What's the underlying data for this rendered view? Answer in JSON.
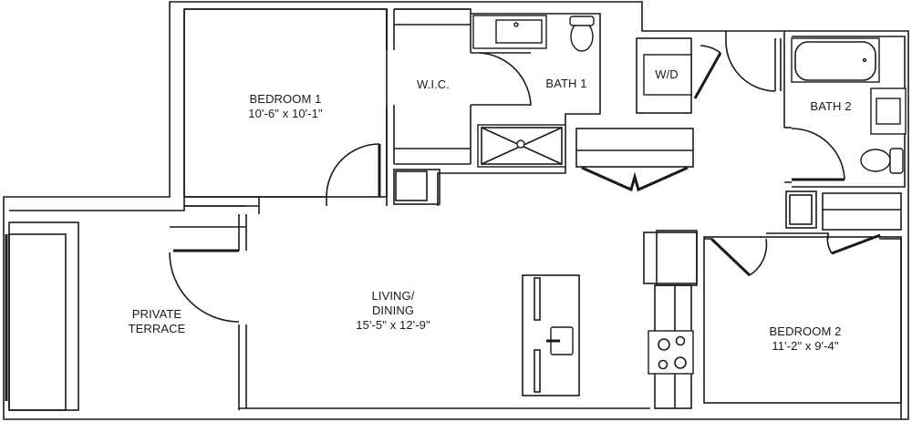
{
  "floorplan": {
    "rooms": [
      {
        "id": "bedroom-1",
        "name": "BEDROOM 1",
        "dimensions": "10'-6\" x 10'-1\""
      },
      {
        "id": "wic",
        "name": "W.I.C.",
        "dimensions": ""
      },
      {
        "id": "bath-1",
        "name": "BATH 1",
        "dimensions": ""
      },
      {
        "id": "wd",
        "name": "W/D",
        "dimensions": ""
      },
      {
        "id": "bath-2",
        "name": "BATH 2",
        "dimensions": ""
      },
      {
        "id": "private-terrace",
        "name_line1": "PRIVATE",
        "name_line2": "TERRACE"
      },
      {
        "id": "living-dining",
        "name_line1": "LIVING/",
        "name_line2": "DINING",
        "dimensions": "15'-5\" x 12'-9\""
      },
      {
        "id": "bedroom-2",
        "name": "BEDROOM 2",
        "dimensions": "11'-2\" x 9'-4\""
      }
    ],
    "colors": {
      "line": "#1a1a1a",
      "background": "#ffffff"
    }
  }
}
